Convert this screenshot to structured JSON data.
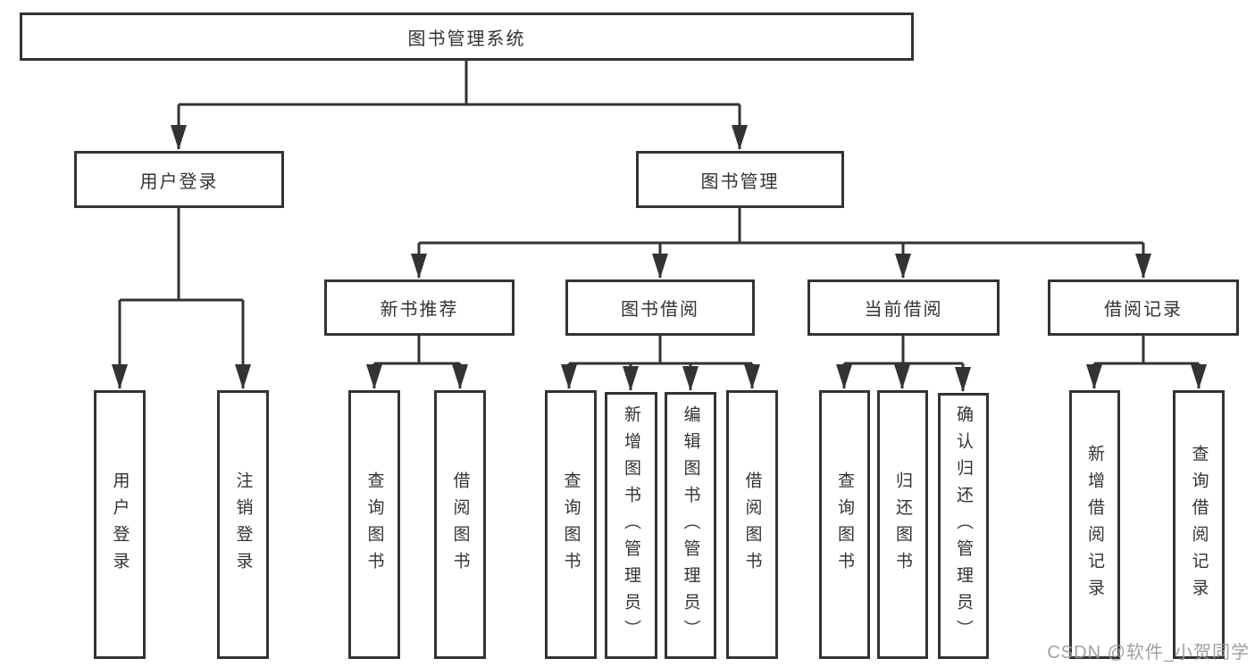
{
  "tree": {
    "root": "图书管理系统",
    "branches": [
      {
        "label": "用户登录",
        "children": [
          "用户登录",
          "注销登录"
        ]
      },
      {
        "label": "图书管理",
        "groups": [
          {
            "label": "新书推荐",
            "children": [
              "查询图书",
              "借阅图书"
            ]
          },
          {
            "label": "图书借阅",
            "children": [
              "查询图书",
              "新增图书（管理员）",
              "编辑图书（管理员）",
              "借阅图书"
            ]
          },
          {
            "label": "当前借阅",
            "children": [
              "查询图书",
              "归还图书",
              "确认归还（管理员）"
            ]
          },
          {
            "label": "借阅记录",
            "children": [
              "新增借阅记录",
              "查询借阅记录"
            ]
          }
        ]
      }
    ]
  },
  "watermark": "CSDN @软件_小贺同学",
  "colors": {
    "line": "#333333",
    "text": "#333333",
    "watermark": "#989898",
    "background": "#ffffff"
  }
}
